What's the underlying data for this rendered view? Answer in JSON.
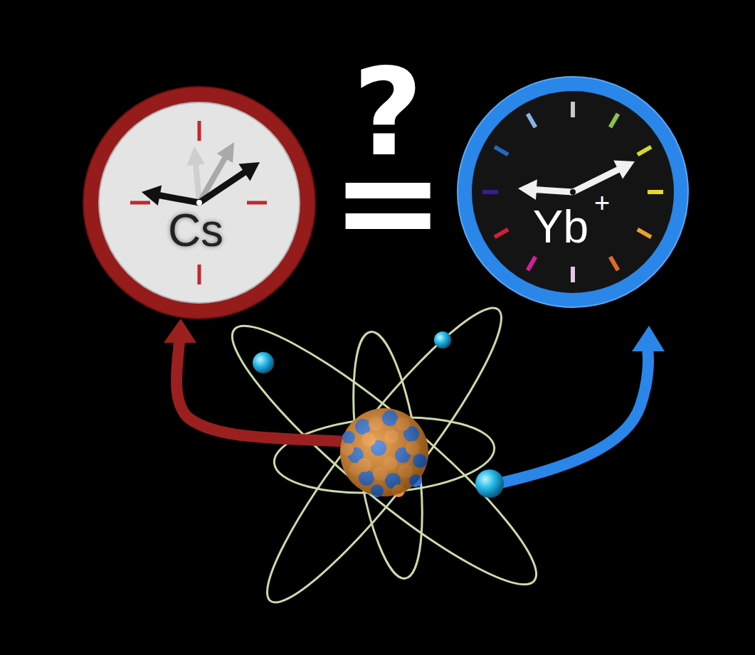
{
  "diagram": {
    "nodes": [
      {
        "text": [
          "Cs"
        ]
      },
      {
        "text": [
          "Yb",
          "+"
        ]
      }
    ],
    "labels": [
      "?",
      "="
    ]
  }
}
